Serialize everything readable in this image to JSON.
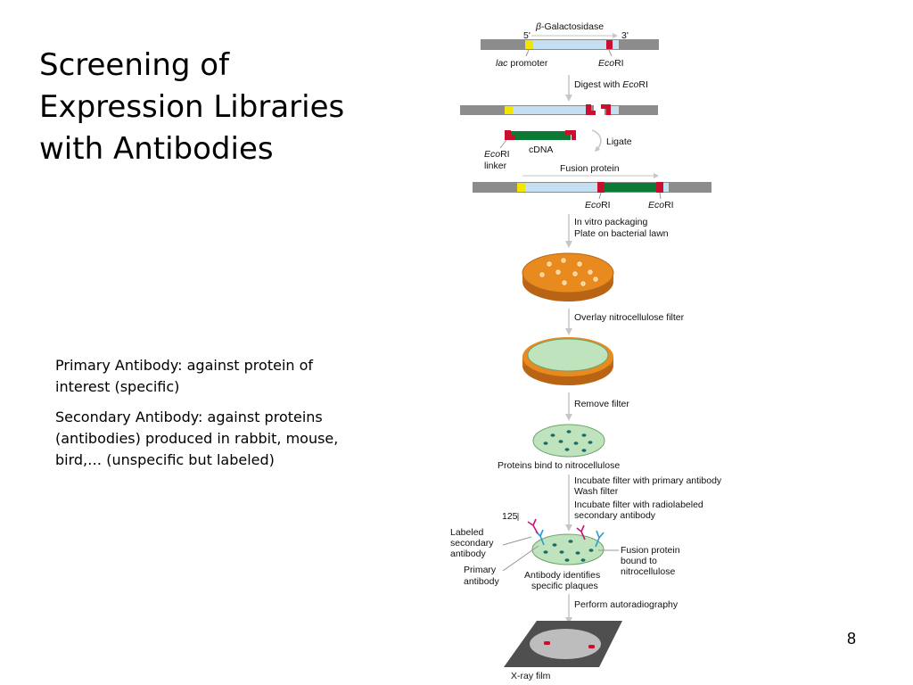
{
  "title_lines": [
    "Screening of",
    "Expression Libraries",
    "with Antibodies"
  ],
  "notes": {
    "primary": "Primary Antibody: against protein of interest (specific)",
    "secondary": "Secondary Antibody: against proteins (antibodies) produced in rabbit, mouse, bird,… (unspecific but labeled)"
  },
  "page_number": "8",
  "figure": {
    "beta_gal": "-Galactosidase",
    "beta_symbol": "β",
    "five_prime": "5'",
    "three_prime": "3'",
    "lac": "lac",
    "promoter": "promoter",
    "eco": "Eco",
    "ri": "RI",
    "step_digest_prefix": "Digest with ",
    "step_ligate": "Ligate",
    "cdna": "cDNA",
    "linker": "linker",
    "fusion_protein": "Fusion protein",
    "step_packaging_1": "In vitro packaging",
    "step_packaging_2": "Plate on bacterial lawn",
    "step_overlay": "Overlay nitrocellulose filter",
    "step_remove": "Remove filter",
    "proteins_bind": "Proteins bind to nitrocellulose",
    "step_incubate_1": "Incubate filter with primary antibody",
    "step_incubate_2": "Wash filter",
    "step_incubate_3": "Incubate filter with radiolabeled",
    "step_incubate_4": "secondary antibody",
    "iodine": "125",
    "labeled_sec_1": "Labeled",
    "labeled_sec_2": "secondary",
    "labeled_sec_3": "antibody",
    "primary_ab_1": "Primary",
    "primary_ab_2": "antibody",
    "identifies_1": "Antibody identifies",
    "identifies_2": "specific plaques",
    "fusion_bound_1": "Fusion protein",
    "fusion_bound_2": "bound to",
    "fusion_bound_3": "nitrocellulose",
    "step_autorad": "Perform autoradiography",
    "xray": "X-ray film"
  },
  "colors": {
    "vector_gray": "#8c8c8c",
    "lacz_blue": "#c5dff2",
    "promoter_yellow": "#f2e600",
    "ecori_red": "#c8102e",
    "cdna_green": "#0c7a34",
    "plate_orange": "#e98a1e",
    "filter_green": "#bfe3bd",
    "plaque_teal": "#1d6b66"
  }
}
